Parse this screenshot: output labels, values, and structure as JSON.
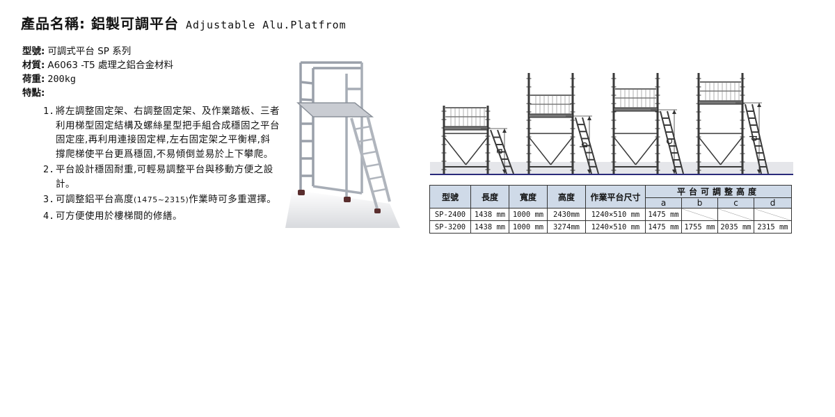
{
  "header": {
    "title_zh": "產品名稱: 鋁製可調平台",
    "title_en": "Adjustable Alu.Platfrom"
  },
  "specs": {
    "model_label": "型號:",
    "model_value": "可調式平台 SP 系列",
    "material_label": "材質:",
    "material_value": "A6063 -T5 處理之鋁合金材料",
    "load_label": "荷重:",
    "load_value": "200kg",
    "features_label": "特點:"
  },
  "features": [
    {
      "num": "1.",
      "text": "將左調整固定架、右調整固定架、及作業踏板、三者利用梯型固定結構及螺絲星型把手組合成穩固之平台固定座,再利用連接固定桿,左右固定架之平衡桿,斜撐爬梯使平台更爲穩固,不易傾倒並易於上下攀爬。"
    },
    {
      "num": "2.",
      "text": "平台設計穩固耐重,可輕易調整平台與移動方便之設計。"
    },
    {
      "num": "3.",
      "text_before": "可調整鋁平台高度",
      "text_range": "(1475~2315)",
      "text_after": "作業時可多重選擇。"
    },
    {
      "num": "4.",
      "text": "可方便使用於樓梯間的修繕。"
    }
  ],
  "diagram": {
    "labels": [
      "a",
      "b",
      "c",
      "d"
    ]
  },
  "table": {
    "headers": {
      "model": "型號",
      "length": "長度",
      "width": "寬度",
      "height": "高度",
      "platform": "作業平台尺寸",
      "adjustable": "平台可調整高度",
      "a": "a",
      "b": "b",
      "c": "c",
      "d": "d"
    },
    "rows": [
      {
        "model": "SP-2400",
        "length": "1438 mm",
        "width": "1000 mm",
        "height": "2430mm",
        "platform": "1240×510 mm",
        "a": "1475 mm",
        "b": "",
        "c": "",
        "d": ""
      },
      {
        "model": "SP-3200",
        "length": "1438 mm",
        "width": "1000 mm",
        "height": "3274mm",
        "platform": "1240×510 mm",
        "a": "1475 mm",
        "b": "1755 mm",
        "c": "2035 mm",
        "d": "2315 mm"
      }
    ]
  },
  "colors": {
    "table_header_bg": "#cfdae8",
    "scaffold_frame": "#444444",
    "platform_photo": "#b8bcc4"
  }
}
